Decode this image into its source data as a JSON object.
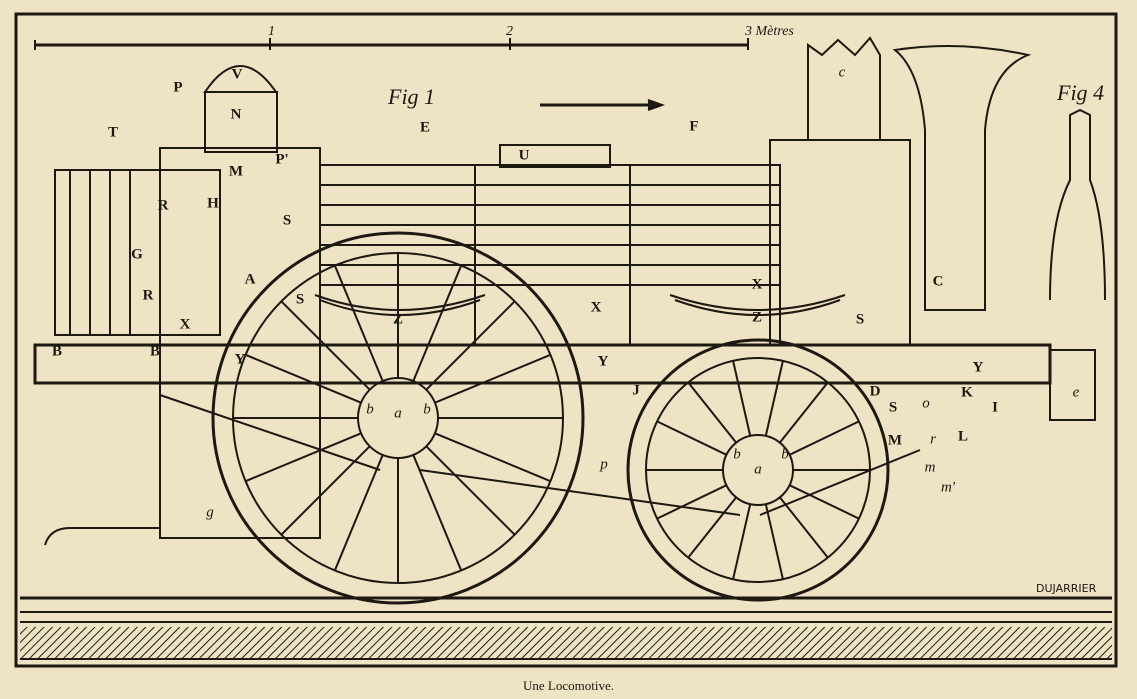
{
  "scale_bar": {
    "tick_1": "1",
    "tick_2": "2",
    "tick_3": "3 Mètres"
  },
  "figures": {
    "fig1": "Fig 1",
    "fig4": "Fig 4"
  },
  "labels": [
    "V",
    "P",
    "N",
    "T",
    "M",
    "H",
    "E",
    "U",
    "F",
    "c",
    "C",
    "P'",
    "S",
    "R",
    "G",
    "R",
    "A",
    "X",
    "S",
    "Z",
    "X",
    "X",
    "Z",
    "S",
    "B",
    "B",
    "Y",
    "Y",
    "Y",
    "a",
    "b",
    "b",
    "J",
    "p",
    "D",
    "S",
    "o",
    "K",
    "I",
    "e",
    "M",
    "r",
    "L",
    "m",
    "m'",
    "g",
    "a",
    "b",
    "b"
  ],
  "signature": "DUJARRIER",
  "caption": "Une Locomotive.",
  "colors": {
    "paper": "#efe3c6",
    "ink": "#1d1810"
  }
}
